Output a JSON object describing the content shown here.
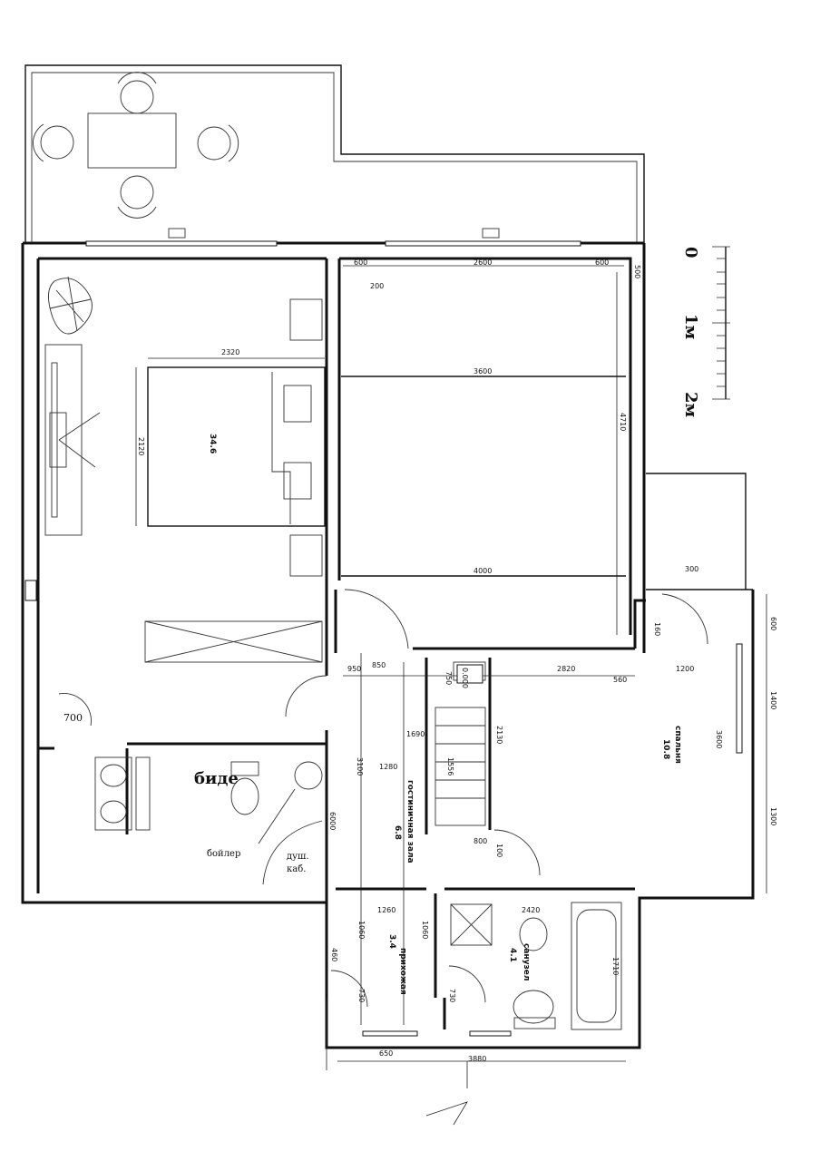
{
  "scale": {
    "zero": "0",
    "one": "1м",
    "two": "2м"
  },
  "rooms": {
    "bedroom_main_area": "34.6",
    "bedroom2_name": "спальня",
    "bedroom2_area": "10.8",
    "hall_name": "гостиничная зала",
    "hall_area": "6.8",
    "entry_name": "прихожая",
    "entry_area": "3.4",
    "bath_name": "санузел",
    "bath_area": "4.1"
  },
  "labels": {
    "bidet": "биде",
    "boiler": "бойлер",
    "shower_1": "душ.",
    "shower_2": "каб.",
    "level": "0.000"
  },
  "dims": {
    "d2320": "2320",
    "d2120": "2120",
    "d600a": "600",
    "d2600": "2600",
    "d600b": "600",
    "d200": "200",
    "d500": "500",
    "d3600": "3600",
    "d4000": "4000",
    "d4710": "4710",
    "d700": "700",
    "d950": "950",
    "d850": "850",
    "d2820": "2820",
    "d1200": "1200",
    "d560": "560",
    "d300": "300",
    "d2130": "2130",
    "d1690": "1690",
    "d1280": "1280",
    "d3100": "3100",
    "d1556": "1556",
    "d750": "750",
    "d3600r": "3600",
    "d2420": "2420",
    "d1710": "1710",
    "d1060": "1060",
    "d1060b": "1060",
    "d1260": "1260",
    "d730": "730",
    "d730b": "730",
    "d460": "460",
    "d650": "650",
    "d3880": "3880",
    "d6000": "6000",
    "d600r": "600",
    "d1400r": "1400",
    "d1300r": "1300",
    "d160": "160",
    "d800": "800",
    "d100": "100"
  }
}
